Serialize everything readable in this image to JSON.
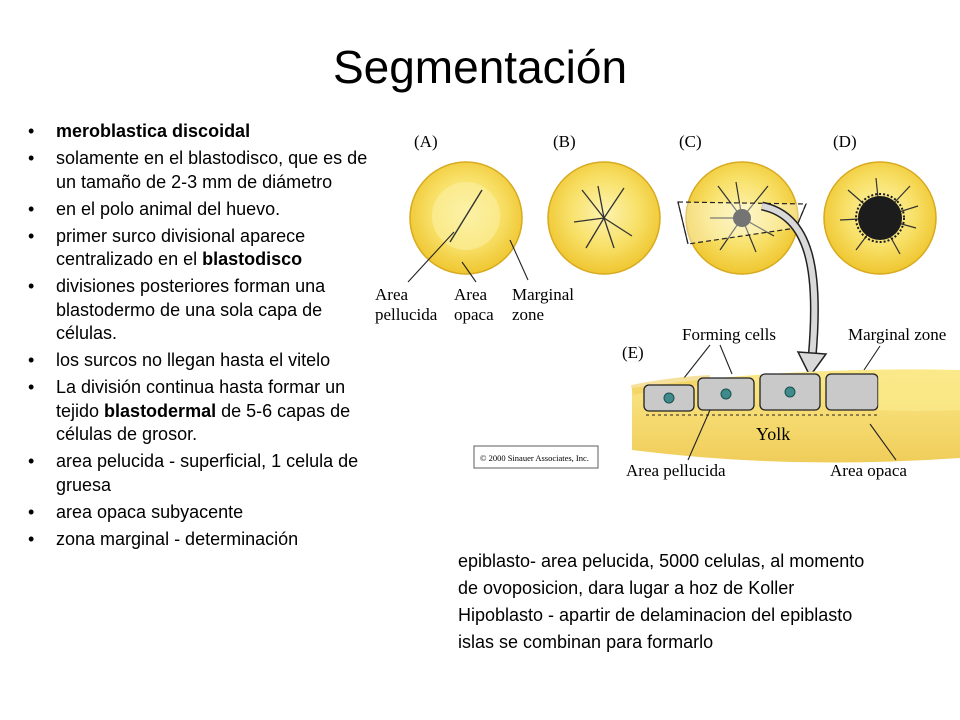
{
  "slide": {
    "title": "Segmentación"
  },
  "bullets": [
    {
      "parts": [
        {
          "text": "meroblastica discoidal",
          "bold": true
        }
      ]
    },
    {
      "parts": [
        {
          "text": "solamente en el blastodisco, que es de un tamaño de 2-3 mm de diámetro",
          "bold": false
        }
      ]
    },
    {
      "parts": [
        {
          "text": "en el polo animal del huevo.",
          "bold": false
        }
      ]
    },
    {
      "parts": [
        {
          "text": "primer surco divisional aparece centralizado en el ",
          "bold": false
        },
        {
          "text": "blastodisco",
          "bold": true
        }
      ]
    },
    {
      "parts": [
        {
          "text": "divisiones posteriores forman una blastodermo de una sola capa de células.",
          "bold": false
        }
      ]
    },
    {
      "parts": [
        {
          "text": "los surcos no llegan hasta el vitelo",
          "bold": false
        }
      ]
    },
    {
      "parts": [
        {
          "text": "La división continua hasta formar un tejido ",
          "bold": false
        },
        {
          "text": "blastodermal",
          "bold": true
        },
        {
          "text": " de 5-6 capas de células de grosor.",
          "bold": false
        }
      ]
    },
    {
      "parts": [
        {
          "text": "area pelucida - superficial, 1 celula de gruesa",
          "bold": false
        }
      ]
    },
    {
      "parts": [
        {
          "text": "area opaca subyacente",
          "bold": false
        }
      ]
    },
    {
      "parts": [
        {
          "text": "zona marginal - determinación",
          "bold": false
        }
      ]
    }
  ],
  "figure": {
    "panel_labels": {
      "a": "(A)",
      "b": "(B)",
      "c": "(C)",
      "d": "(D)",
      "e": "(E)"
    },
    "labels": {
      "area_pellucida_1": "Area",
      "area_pellucida_2": "pellucida",
      "area_opaca_1": "Area",
      "area_opaca_2": "opaca",
      "marginal_zone_1": "Marginal",
      "marginal_zone_2": "zone",
      "forming_cells": "Forming cells",
      "marginal_zone_e": "Marginal zone",
      "yolk": "Yolk",
      "area_pellucida_e": "Area pellucida",
      "area_opaca_e": "Area opaca"
    },
    "copyright": "© 2000 Sinauer Associates, Inc.",
    "colors": {
      "yolk": "#f5d442",
      "yolk_light": "#fbe98a",
      "cell_fill": "#c9c9c9",
      "nucleus": "#3f8a8a",
      "blastodisc": "#1c1c1c"
    }
  },
  "caption": {
    "lines": [
      "epiblasto- area pelucida, 5000 celulas, al momento",
      "de ovoposicion, dara lugar a hoz de Koller",
      "Hipoblasto - apartir de delaminacion del epiblasto",
      "islas se combinan para formarlo"
    ]
  }
}
